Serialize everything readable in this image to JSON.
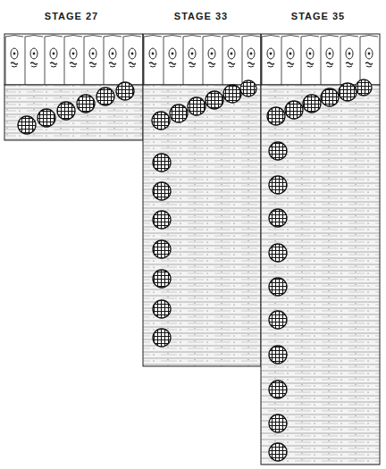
{
  "diagram": {
    "labels": [
      "STAGE 27",
      "STAGE 33",
      "STAGE 35"
    ]
  }
}
